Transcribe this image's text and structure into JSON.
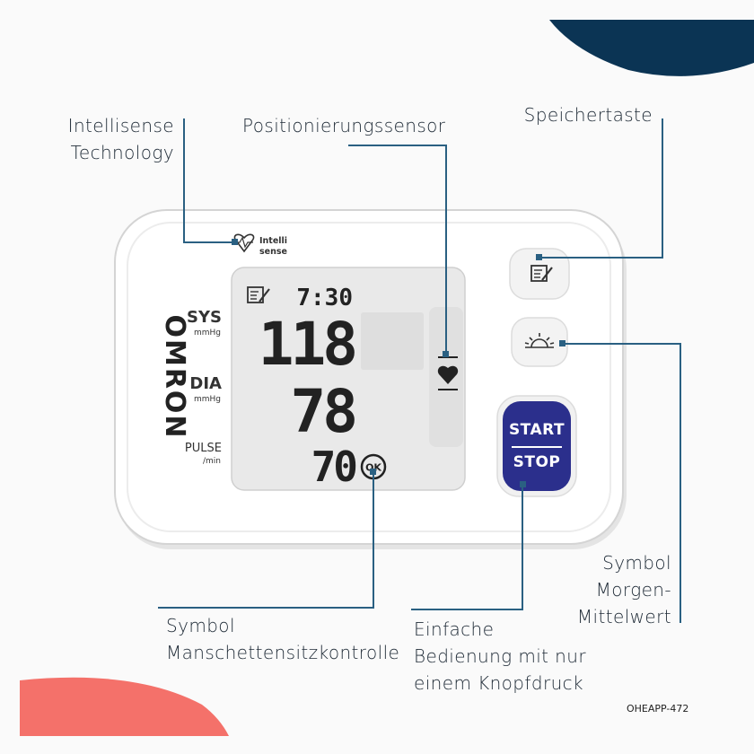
{
  "brand": "OMRON",
  "intellisense": {
    "line1": "Intelli",
    "line2": "sense"
  },
  "callouts": {
    "intellisense": [
      "Intellisense",
      "Technology"
    ],
    "position_sensor": [
      "Positionierungssensor"
    ],
    "memory_button": [
      "Speichertaste"
    ],
    "cuff_symbol": [
      "Symbol",
      "Manschettensitzkontrolle"
    ],
    "single_button": [
      "Einfache",
      "Bedienung mit nur",
      "einem Knopfdruck"
    ],
    "morning_avg": [
      "Symbol",
      "Morgen-",
      "Mittelwert"
    ]
  },
  "display": {
    "time": "7:30",
    "sys_label": "SYS",
    "sys_unit": "mmHg",
    "sys_value": "118",
    "dia_label": "DIA",
    "dia_unit": "mmHg",
    "dia_value": "78",
    "pulse_label": "PULSE",
    "pulse_unit": "/min",
    "pulse_value": "70",
    "ok_badge": "OK"
  },
  "buttons": {
    "start": "START",
    "stop": "STOP"
  },
  "product_code": "OHEAPP-472",
  "colors": {
    "navy": "#0b3454",
    "coral": "#f4716a",
    "button_blue": "#2b2f8c",
    "lcd": "#e9e9e9",
    "leader": "#2a6082"
  },
  "icons": [
    "memory-icon",
    "sunrise-icon",
    "heart-position-icon",
    "heart-pulse-icon"
  ]
}
